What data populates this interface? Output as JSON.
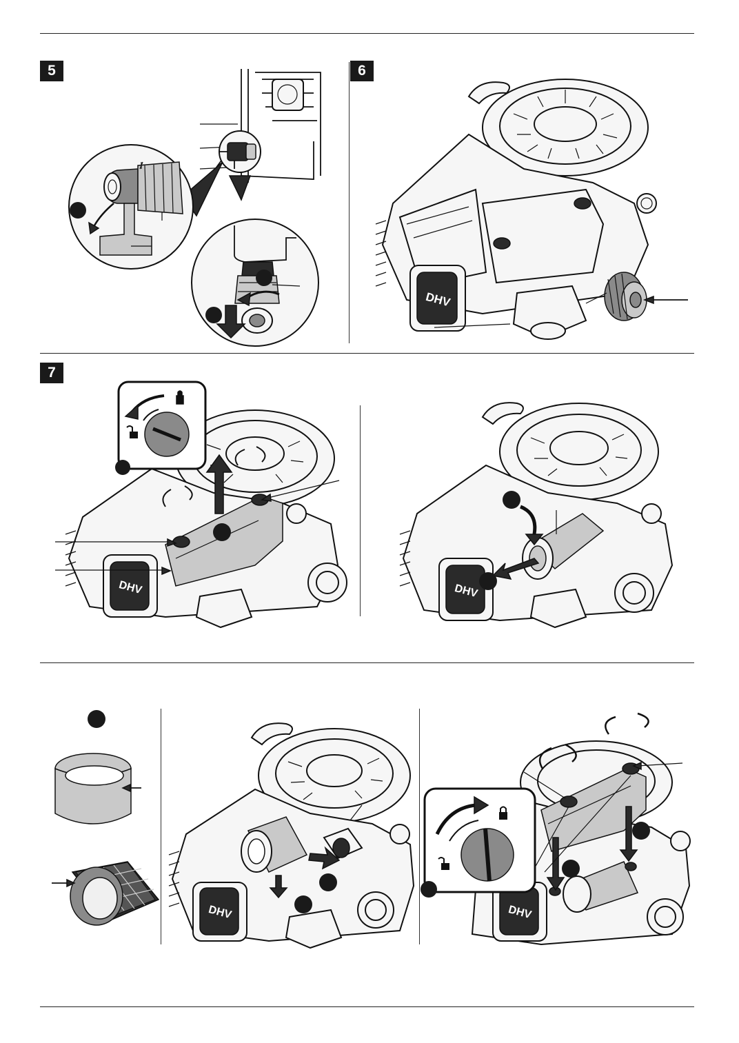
{
  "steps": {
    "step5": "5",
    "step6": "6",
    "step7": "7"
  },
  "brand": {
    "logo_text": "DHV"
  },
  "icons": {
    "lock": "lock-icon",
    "unlock": "unlock-icon",
    "rotate_ccw": "rotate-counterclockwise-icon",
    "rotate_cw": "rotate-clockwise-icon",
    "arrow": "direction-arrow-icon"
  },
  "colors": {
    "ink": "#111111",
    "callout_dot": "#1a1a1a",
    "filter_grey": "#8a8a8a"
  }
}
